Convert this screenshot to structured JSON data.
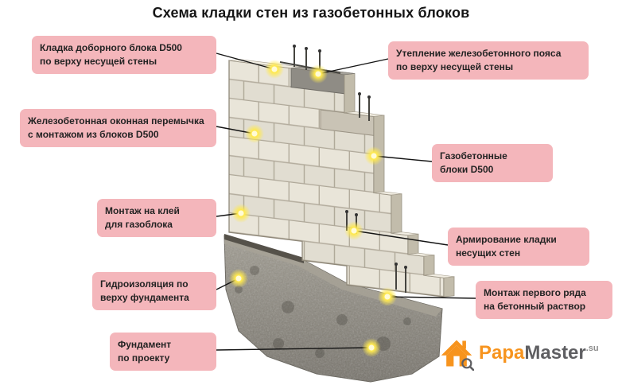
{
  "title": "Схема кладки стен из газобетонных блоков",
  "labels": {
    "left": [
      {
        "text": "Кладка доборного блока D500\nпо верху несущей стены"
      },
      {
        "text": "Железобетонная оконная перемычка\nс монтажом из блоков D500"
      },
      {
        "text": "Монтаж на клей\nдля газоблока"
      },
      {
        "text": "Гидроизоляция по\nверху фундамента"
      },
      {
        "text": "Фундамент\nпо проекту"
      }
    ],
    "right": [
      {
        "text": "Утепление железобетонного пояса\nпо верху несущей стены"
      },
      {
        "text": "Газобетонные\nблоки D500"
      },
      {
        "text": "Армирование кладки\nнесущих стен"
      },
      {
        "text": "Монтаж первого ряда\nна бетонный раствор"
      }
    ]
  },
  "logo": {
    "brand_primary": "Papa",
    "brand_secondary": "Master",
    "tld": ".su",
    "icon": "house-icon"
  },
  "colors": {
    "label_bg": "#f4b6bb",
    "glow_yellow": "#ffe94f",
    "logo_orange": "#f7941e",
    "logo_gray": "#5f5f62",
    "block_light": "#e9e5d9",
    "foundation_gray": "#8b877d"
  }
}
